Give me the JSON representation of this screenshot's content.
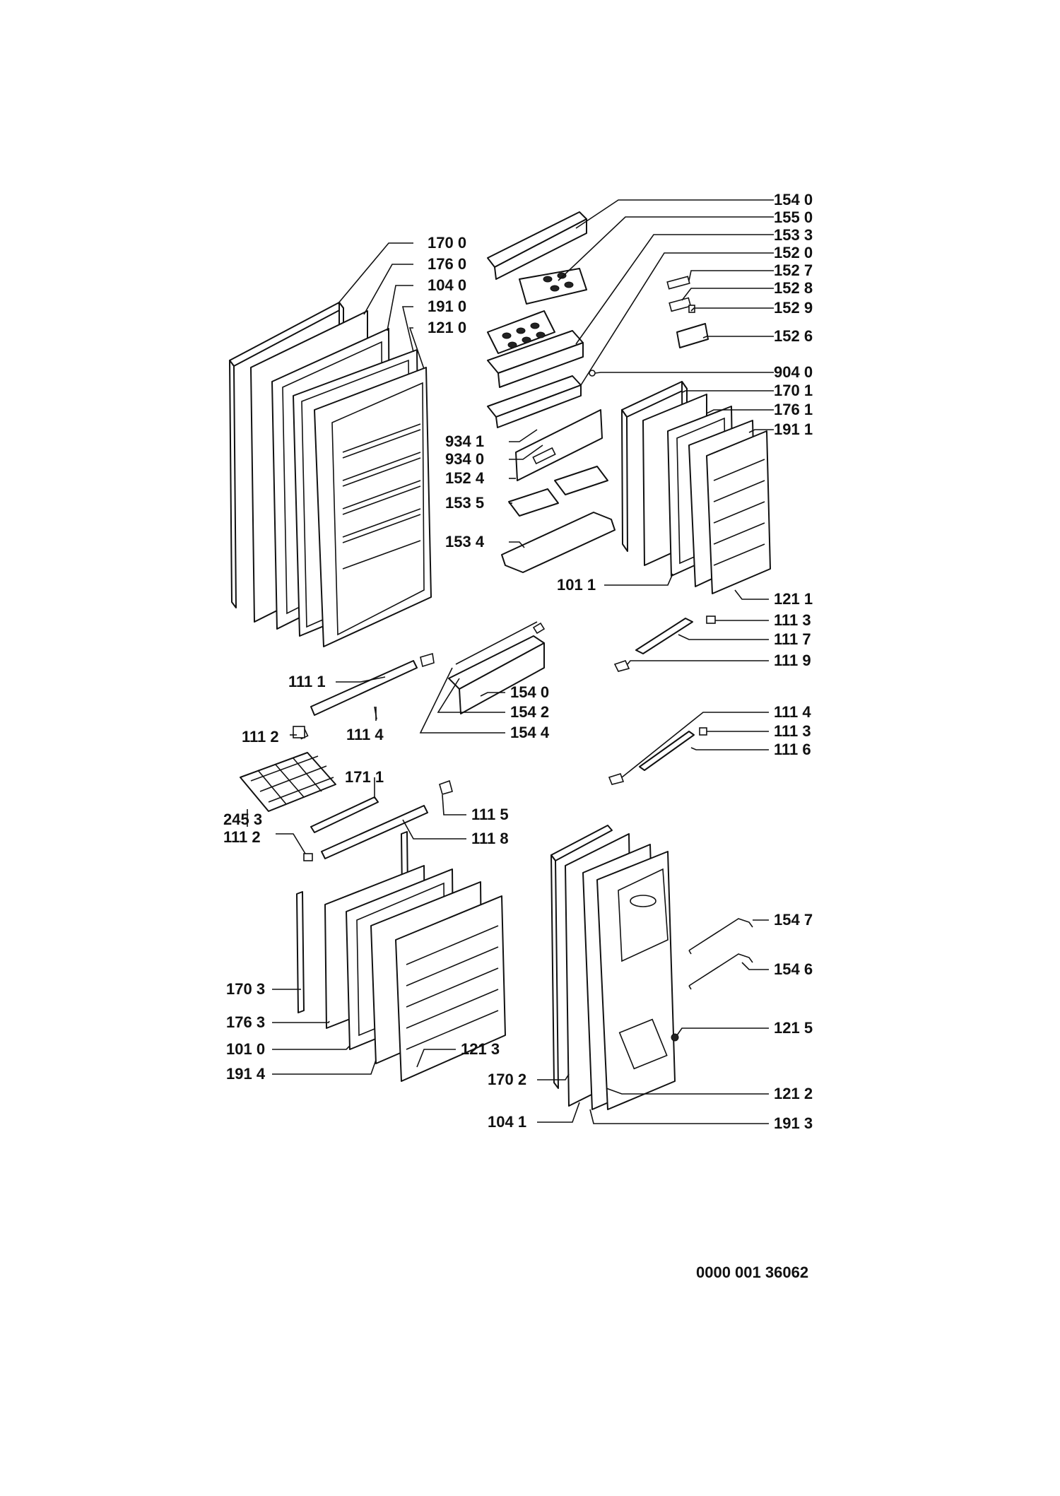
{
  "diagram": {
    "document_number": "0000 001 36062",
    "part_labels": [
      "154 0",
      "155 0",
      "153 3",
      "152 0",
      "152 7",
      "152 8",
      "152 9",
      "152 6",
      "904 0",
      "170 1",
      "176 1",
      "191 1",
      "170 0",
      "176 0",
      "104 0",
      "191 0",
      "121 0",
      "934 1",
      "934 0",
      "152 4",
      "153 5",
      "153 4",
      "101 1",
      "121 1",
      "111 3",
      "111 7",
      "111 9",
      "111 1",
      "111 4",
      "111 2",
      "154 0",
      "154 2",
      "154 4",
      "111 4",
      "111 3",
      "111 6",
      "171 1",
      "245 3",
      "111 5",
      "111 2",
      "111 8",
      "154 7",
      "154 6",
      "121 5",
      "170 3",
      "176 3",
      "101 0",
      "121 3",
      "191 4",
      "170 2",
      "121 2",
      "104 1",
      "191 3"
    ]
  }
}
